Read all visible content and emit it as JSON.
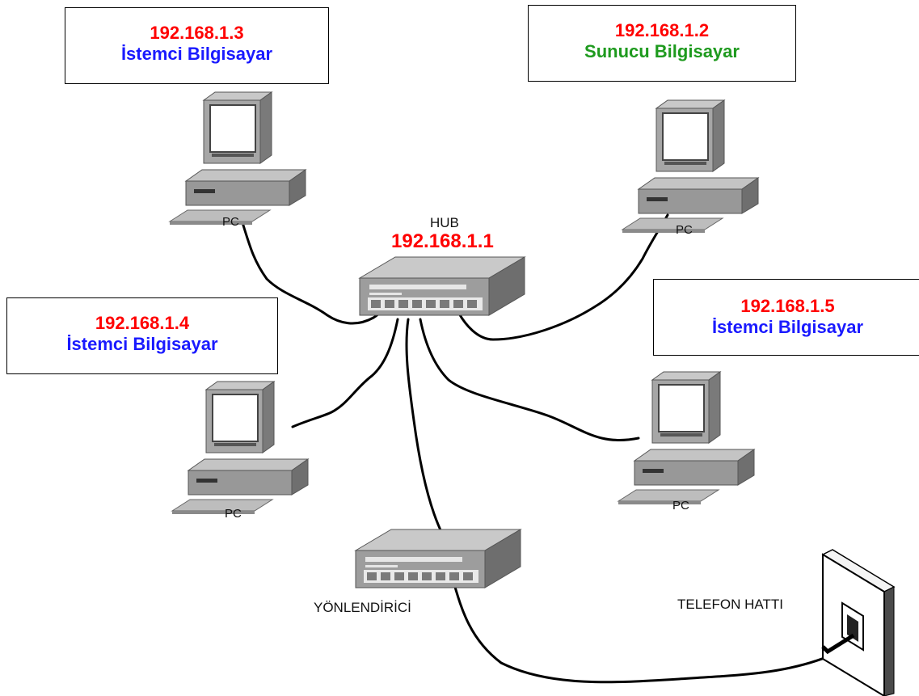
{
  "colors": {
    "ip_red": "#ff0000",
    "client_blue": "#1a1aff",
    "server_green": "#1e9a1e",
    "device_gray": "#9a9a9a",
    "cable_black": "#000000"
  },
  "nodes": {
    "pc_top_left": {
      "ip": "192.168.1.3",
      "role": "İstemci Bilgisayar",
      "label": "PC"
    },
    "pc_top_right": {
      "ip": "192.168.1.2",
      "role": "Sunucu Bilgisayar",
      "label": "PC"
    },
    "pc_mid_left": {
      "ip": "192.168.1.4",
      "role": "İstemci Bilgisayar",
      "label": "PC"
    },
    "pc_mid_right": {
      "ip": "192.168.1.5",
      "role": "İstemci Bilgisayar",
      "label": "PC"
    },
    "hub": {
      "name": "HUB",
      "ip": "192.168.1.1"
    },
    "router": {
      "name": "YÖNLENDİRİCİ"
    },
    "phone_line": {
      "name": "TELEFON HATTI"
    }
  }
}
